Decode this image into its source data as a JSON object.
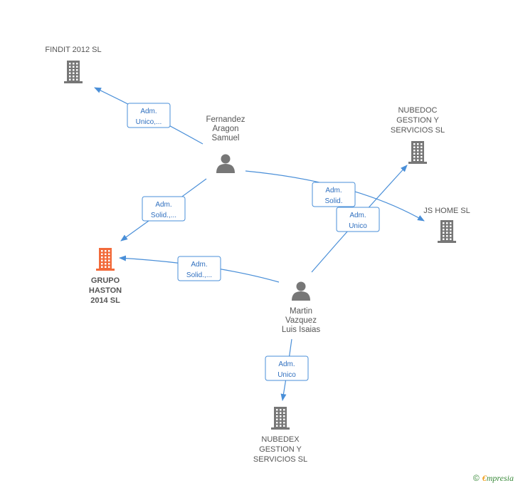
{
  "nodes": [
    {
      "id": "findit",
      "type": "company",
      "lines": [
        "FINDIT 2012 SL"
      ],
      "color": "#777777"
    },
    {
      "id": "fernandez",
      "type": "person",
      "lines": [
        "Fernandez",
        "Aragon",
        "Samuel"
      ],
      "color": "#777777"
    },
    {
      "id": "nubedoc",
      "type": "company",
      "lines": [
        "NUBEDOC",
        "GESTION Y",
        "SERVICIOS SL"
      ],
      "color": "#777777"
    },
    {
      "id": "jshome",
      "type": "company",
      "lines": [
        "JS HOME  SL"
      ],
      "color": "#777777"
    },
    {
      "id": "grupo",
      "type": "company",
      "lines": [
        "GRUPO",
        "HASTON",
        "2014  SL"
      ],
      "color": "#f26a3a",
      "highlight": true
    },
    {
      "id": "martin",
      "type": "person",
      "lines": [
        "Martin",
        "Vazquez",
        "Luis Isaias"
      ],
      "color": "#777777"
    },
    {
      "id": "nubedex",
      "type": "company",
      "lines": [
        "NUBEDEX",
        "GESTION Y",
        "SERVICIOS SL"
      ],
      "color": "#777777"
    }
  ],
  "edges": [
    {
      "from": "fernandez",
      "to": "findit",
      "label": [
        "Adm.",
        "Unico,..."
      ]
    },
    {
      "from": "fernandez",
      "to": "grupo",
      "label": [
        "Adm.",
        "Solid.,..."
      ]
    },
    {
      "from": "fernandez",
      "to": "jshome",
      "label": [
        "Adm.",
        "Solid."
      ]
    },
    {
      "from": "martin",
      "to": "grupo",
      "label": [
        "Adm.",
        "Solid.,..."
      ]
    },
    {
      "from": "martin",
      "to": "nubedoc",
      "label": [
        "Adm.",
        "Unico"
      ]
    },
    {
      "from": "martin",
      "to": "nubedex",
      "label": [
        "Adm.",
        "Unico"
      ]
    }
  ],
  "footer": {
    "copyright": "©",
    "brand_first": "€",
    "brand_rest": "mpresia"
  },
  "colors": {
    "edge": "#4a8fd8",
    "company": "#777777",
    "highlight_company": "#f26a3a",
    "person": "#777777"
  }
}
